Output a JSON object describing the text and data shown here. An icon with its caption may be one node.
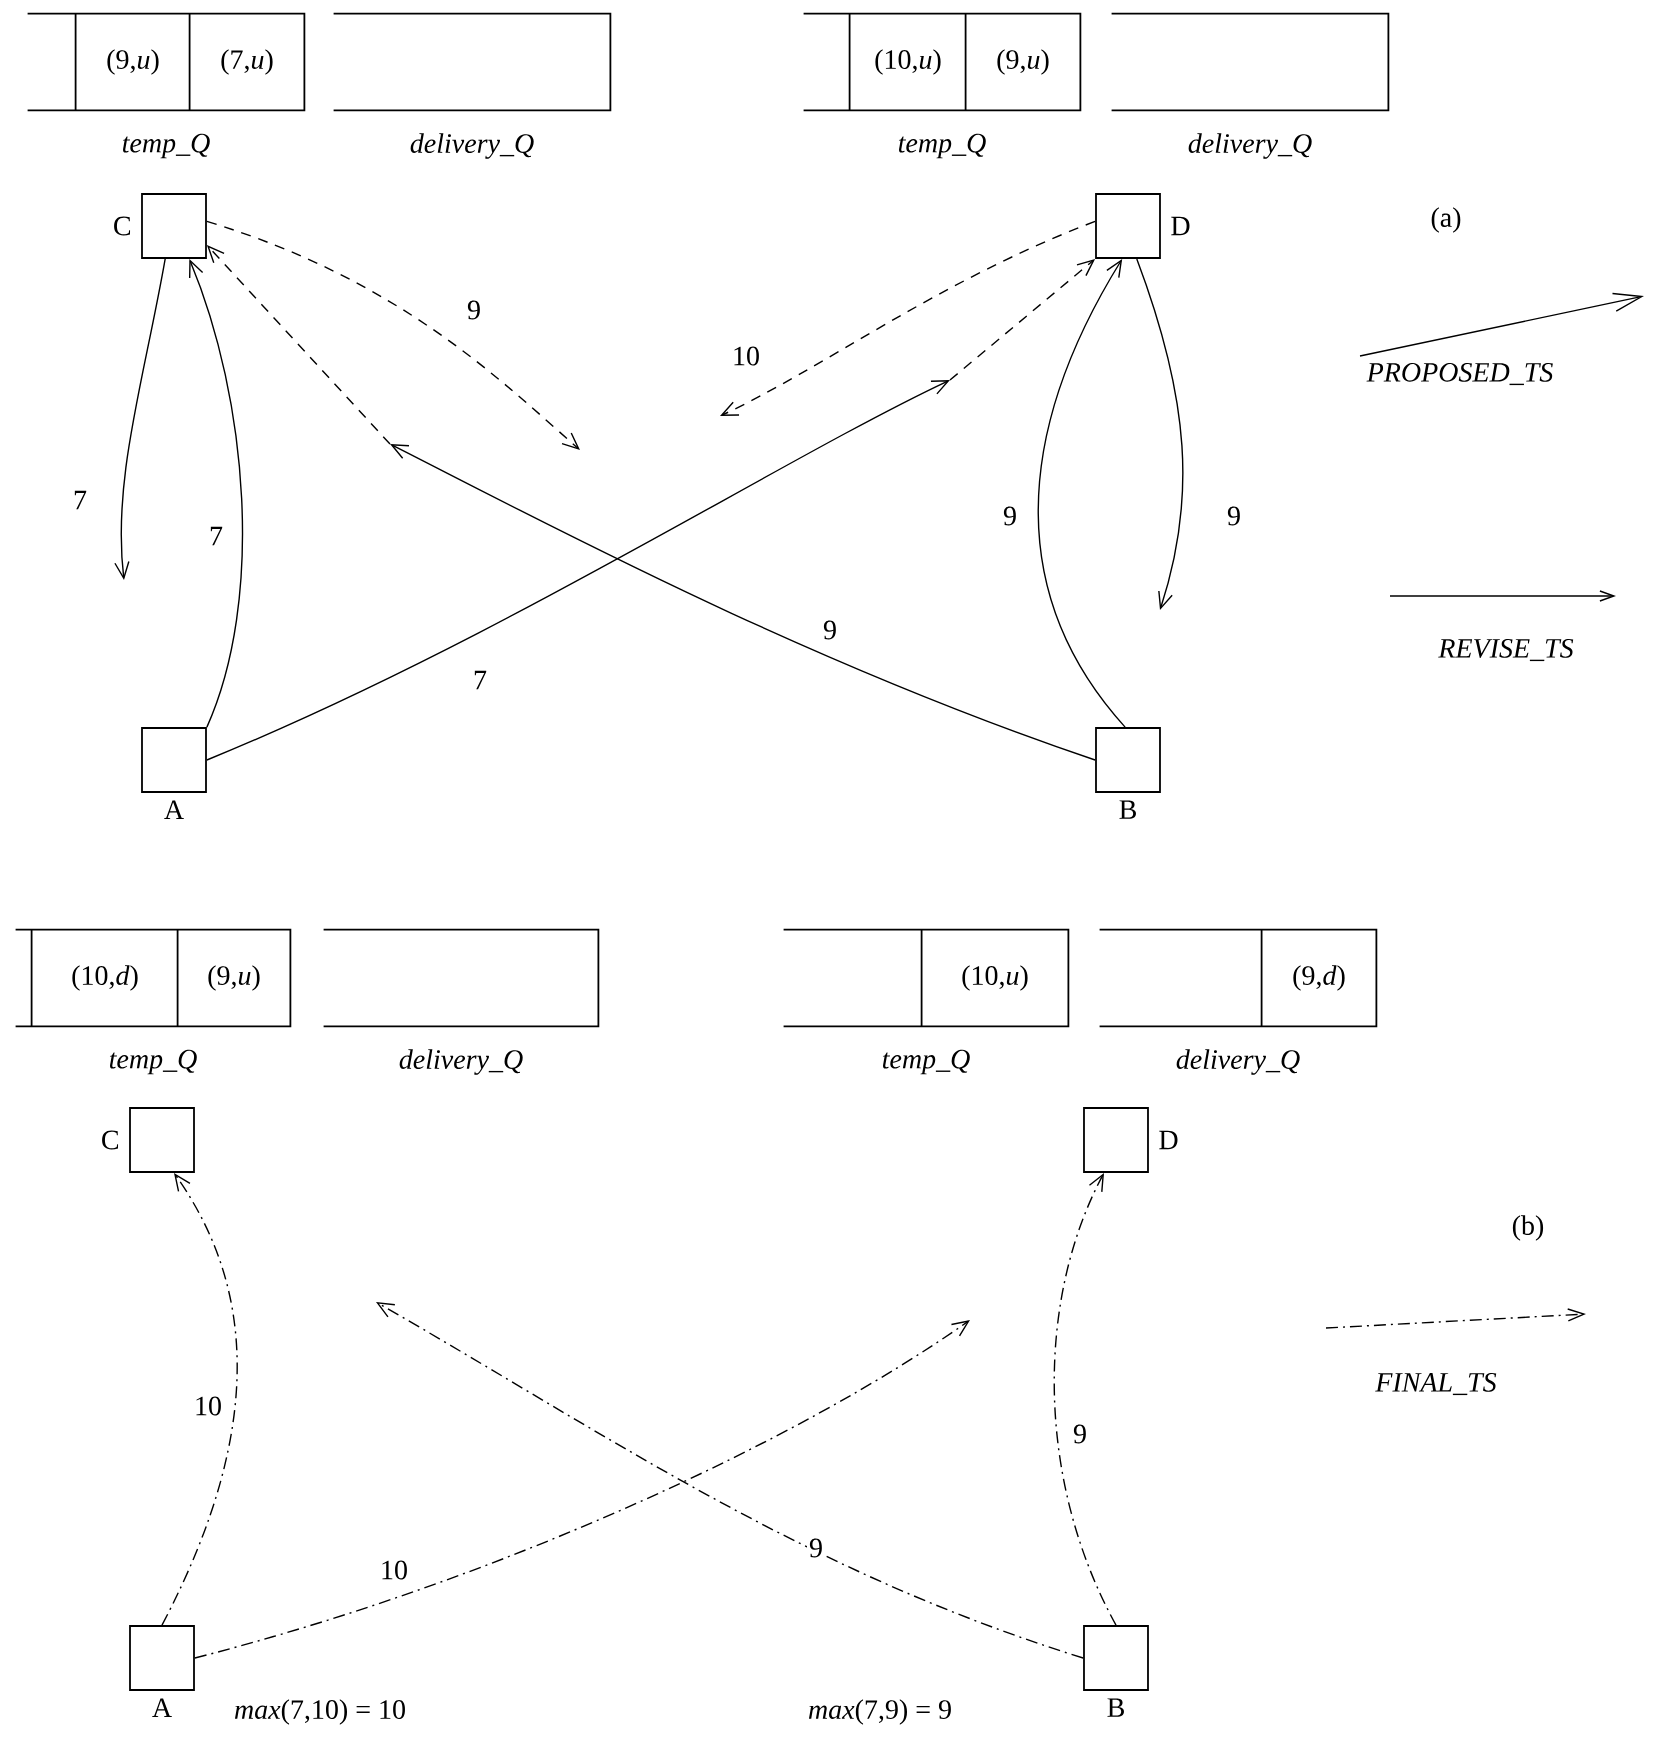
{
  "diagram": {
    "nodes": [
      {
        "text": [
          "temp_Q"
        ]
      },
      {
        "text": [
          "(9,*u*)"
        ],
        "in": 0
      },
      {
        "text": [
          "(7,*u*)"
        ],
        "in": 0
      },
      {
        "text": [
          "delivery_Q"
        ]
      },
      {
        "text": [
          "temp_Q"
        ]
      },
      {
        "text": [
          "(10,*u*)"
        ],
        "in": 4
      },
      {
        "text": [
          "(9,*u*)"
        ],
        "in": 4
      },
      {
        "text": [
          "delivery_Q"
        ]
      },
      {
        "text": [],
        "shape": "box",
        "beside": [
          "C"
        ]
      },
      {
        "text": [],
        "shape": "box",
        "beside": [
          "D"
        ]
      },
      {
        "text": [],
        "shape": "box",
        "beside": [
          "A"
        ]
      },
      {
        "text": [],
        "shape": "box",
        "beside": [
          "B"
        ]
      },
      {
        "text": [
          "temp_Q"
        ]
      },
      {
        "text": [
          "(10,*d*)"
        ],
        "in": 12
      },
      {
        "text": [
          "(9,*u*)"
        ],
        "in": 12
      },
      {
        "text": [
          "delivery_Q"
        ]
      },
      {
        "text": [
          "temp_Q"
        ]
      },
      {
        "text": [
          "(10,*u*)"
        ],
        "in": 16
      },
      {
        "text": [
          "delivery_Q"
        ]
      },
      {
        "text": [
          "(9,*d*)"
        ],
        "in": 18
      },
      {
        "text": [],
        "shape": "box",
        "beside": [
          "C"
        ]
      },
      {
        "text": [],
        "shape": "box",
        "beside": [
          "D"
        ]
      },
      {
        "text": [],
        "shape": "box",
        "beside": [
          "A"
        ]
      },
      {
        "text": [],
        "shape": "box",
        "beside": [
          "B"
        ]
      }
    ],
    "edges": [
      {
        "from": 8,
        "to": null,
        "arrow": "to",
        "label": "7"
      },
      {
        "from": 10,
        "to": 8,
        "arrow": "to",
        "label": "7"
      },
      {
        "from": 10,
        "to": 9,
        "arrow": "to",
        "label": "7"
      },
      {
        "from": 11,
        "to": 8,
        "arrow": "to",
        "label": "9"
      },
      {
        "from": 8,
        "to": null,
        "arrow": "to",
        "label": "9",
        "style": "dashed"
      },
      {
        "from": 9,
        "to": null,
        "arrow": "to",
        "label": "10",
        "style": "dashed"
      },
      {
        "from": 11,
        "to": 9,
        "arrow": "to",
        "label": "9"
      },
      {
        "from": 9,
        "to": null,
        "arrow": "to",
        "label": "9"
      },
      {
        "from": 22,
        "to": 20,
        "arrow": "to",
        "label": "10",
        "style": "dashed"
      },
      {
        "from": 22,
        "to": null,
        "arrow": "to",
        "label": "10",
        "style": "dashed"
      },
      {
        "from": 23,
        "to": null,
        "arrow": "to",
        "label": "9",
        "style": "dashed"
      },
      {
        "from": 23,
        "to": 21,
        "arrow": "to",
        "label": "9",
        "style": "dashed"
      }
    ],
    "labels": [
      "(a)",
      "(b)",
      "*max*(7,10) = 10",
      "*max*(7,9) = 9"
    ],
    "legend": [
      {
        "text": "PROPOSED_TS"
      },
      {
        "text": "REVISE_TS"
      },
      {
        "text": "FINAL_TS"
      }
    ]
  }
}
